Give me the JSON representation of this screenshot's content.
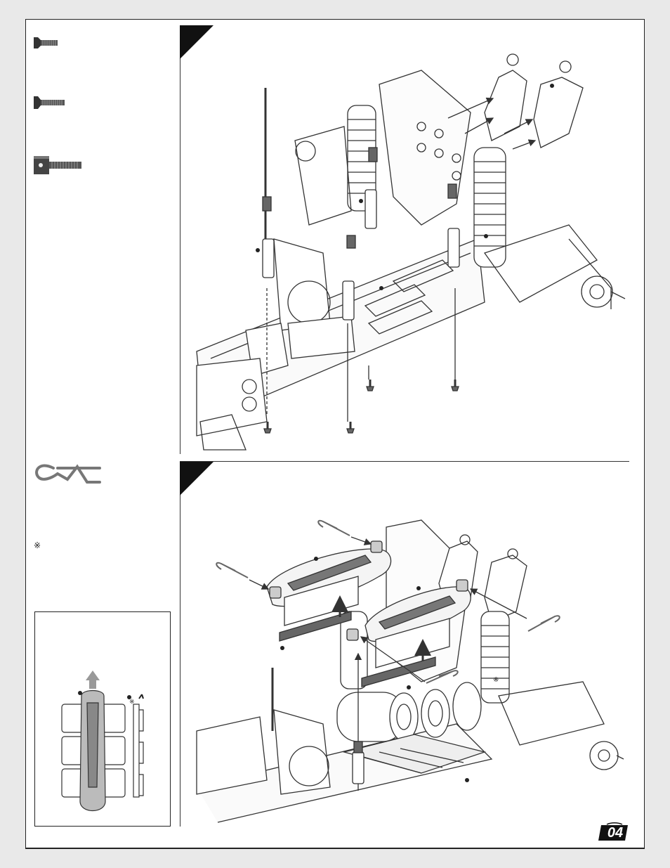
{
  "page": {
    "background": "#e9e9e9",
    "sheet_color": "#ffffff",
    "ink_color": "#222222"
  },
  "step_top": {
    "parts": [
      {
        "icon": "flat-head-screw-short-icon"
      },
      {
        "icon": "flat-head-screw-long-icon"
      },
      {
        "icon": "threaded-standoff-icon"
      }
    ],
    "illustration": "chassis-body-mount-assembly-illustration"
  },
  "step_bottom": {
    "parts": [
      {
        "icon": "body-clip-icon"
      }
    ],
    "note_symbol": "※",
    "inset_note_symbol": "※",
    "illustration": "battery-strap-installation-illustration",
    "inset": {
      "illustration": "battery-strap-orientation-inset-illustration"
    }
  },
  "logo": {
    "text": "04",
    "icon": "cyclone-d4-logo-icon"
  }
}
